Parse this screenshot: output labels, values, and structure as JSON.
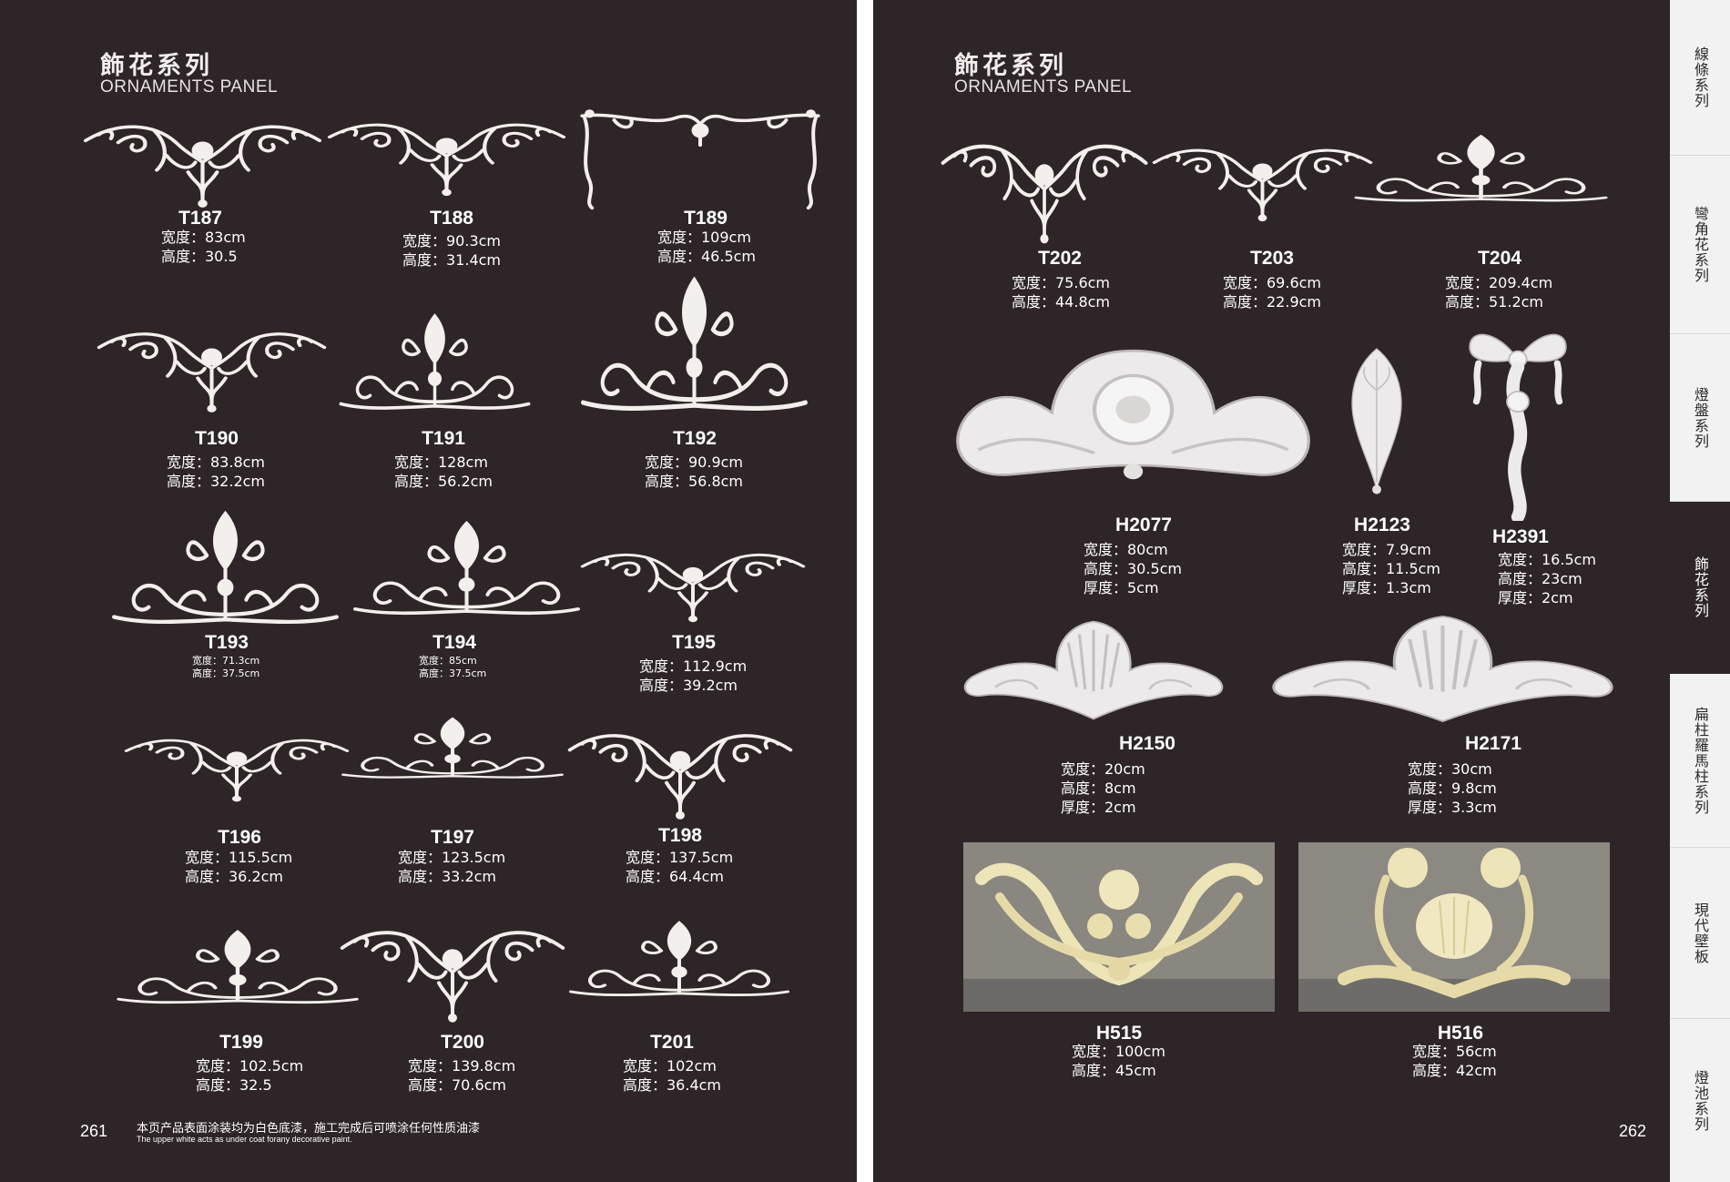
{
  "colors": {
    "background": "#2d2527",
    "ornament": "#f2efec",
    "sidebar": "#f2f2f2",
    "sidebar_active": "#2d2527"
  },
  "left_page": {
    "title_cn": "飾花系列",
    "title_en": "ORNAMENTS PANEL",
    "page_number": "261",
    "note_cn": "本页产品表面涂装均为白色底漆，施工完成后可喷涂任何性质油漆",
    "note_en": "The upper white acts as under coat forany decorative paint.",
    "items": [
      {
        "code": "T187",
        "width": "宽度：83cm",
        "height": "高度：30.5"
      },
      {
        "code": "T188",
        "width": "宽度：90.3cm",
        "height": "高度：31.4cm"
      },
      {
        "code": "T189",
        "width": "宽度：109cm",
        "height": "高度：46.5cm"
      },
      {
        "code": "T190",
        "width": "宽度：83.8cm",
        "height": "高度：32.2cm"
      },
      {
        "code": "T191",
        "width": "宽度：128cm",
        "height": "高度：56.2cm"
      },
      {
        "code": "T192",
        "width": "宽度：90.9cm",
        "height": "高度：56.8cm"
      },
      {
        "code": "T193",
        "width": "宽度：71.3cm",
        "height": "高度：37.5cm"
      },
      {
        "code": "T194",
        "width": "宽度：85cm",
        "height": "高度：37.5cm"
      },
      {
        "code": "T195",
        "width": "宽度：112.9cm",
        "height": "高度：39.2cm"
      },
      {
        "code": "T196",
        "width": "宽度：115.5cm",
        "height": "高度：36.2cm"
      },
      {
        "code": "T197",
        "width": "宽度：123.5cm",
        "height": "高度：33.2cm"
      },
      {
        "code": "T198",
        "width": "宽度：137.5cm",
        "height": "高度：64.4cm"
      },
      {
        "code": "T199",
        "width": "宽度：102.5cm",
        "height": "高度：32.5"
      },
      {
        "code": "T200",
        "width": "宽度：139.8cm",
        "height": "高度：70.6cm"
      },
      {
        "code": "T201",
        "width": "宽度：102cm",
        "height": "高度：36.4cm"
      }
    ]
  },
  "right_page": {
    "title_cn": "飾花系列",
    "title_en": "ORNAMENTS PANEL",
    "page_number": "262",
    "items": [
      {
        "code": "T202",
        "width": "宽度：75.6cm",
        "height": "高度：44.8cm"
      },
      {
        "code": "T203",
        "width": "宽度：69.6cm",
        "height": "高度：22.9cm"
      },
      {
        "code": "T204",
        "width": "宽度：209.4cm",
        "height": "高度：51.2cm"
      },
      {
        "code": "H2077",
        "width": "宽度：80cm",
        "height": "高度：30.5cm",
        "depth": "厚度：5cm"
      },
      {
        "code": "H2123",
        "width": "宽度：7.9cm",
        "height": "高度：11.5cm",
        "depth": "厚度：1.3cm"
      },
      {
        "code": "H2391",
        "width": "宽度：16.5cm",
        "height": "高度：23cm",
        "depth": "厚度：2cm"
      },
      {
        "code": "H2150",
        "width": "宽度：20cm",
        "height": "高度：8cm",
        "depth": "厚度：2cm"
      },
      {
        "code": "H2171",
        "width": "宽度：30cm",
        "height": "高度：9.8cm",
        "depth": "厚度：3.3cm"
      },
      {
        "code": "H515",
        "width": "宽度：100cm",
        "height": "高度：45cm"
      },
      {
        "code": "H516",
        "width": "宽度：56cm",
        "height": "高度：42cm"
      }
    ]
  },
  "sidebar": {
    "tabs": [
      {
        "label": "線條系列"
      },
      {
        "label": "彎角花系列"
      },
      {
        "label": "燈盤系列"
      },
      {
        "label": "飾花系列",
        "active": true
      },
      {
        "label": "扁柱羅馬柱系列"
      },
      {
        "label": "現代壁板"
      },
      {
        "label": "燈池系列"
      }
    ]
  }
}
